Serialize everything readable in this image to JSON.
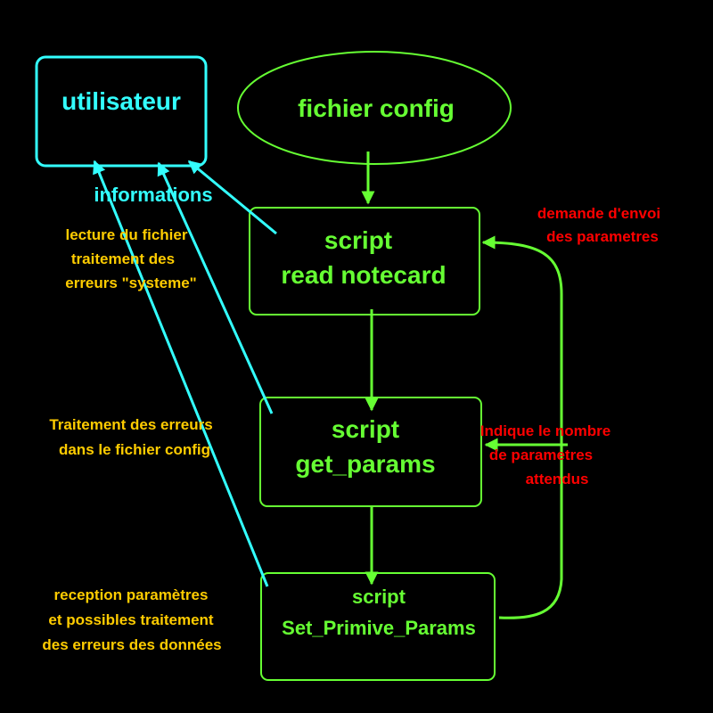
{
  "colors": {
    "background": "#000000",
    "green": "#66ff33",
    "cyan": "#33ffff",
    "yellow": "#ffcc00",
    "red": "#ff0000"
  },
  "nodes": {
    "utilisateur": "utilisateur",
    "fichier_config": "fichier config",
    "read_notecard": [
      "script",
      "read notecard"
    ],
    "get_params": [
      "script",
      "get_params"
    ],
    "set_primive_params": [
      "script",
      "Set_Primive_Params"
    ]
  },
  "edge_labels": {
    "informations": "informations",
    "demande_envoi": [
      "demande d'envoi",
      "des parametres"
    ],
    "indique_nombre": [
      "Indique le nombre",
      "de parametres",
      "attendus"
    ]
  },
  "notes": {
    "lecture": [
      "lecture du fichier",
      "traitement des",
      "erreurs \"systeme\""
    ],
    "traitement": [
      "Traitement des erreurs",
      "dans le fichier config"
    ],
    "reception": [
      "reception paramètres",
      "et possibles traitement",
      "des erreurs des données"
    ]
  }
}
